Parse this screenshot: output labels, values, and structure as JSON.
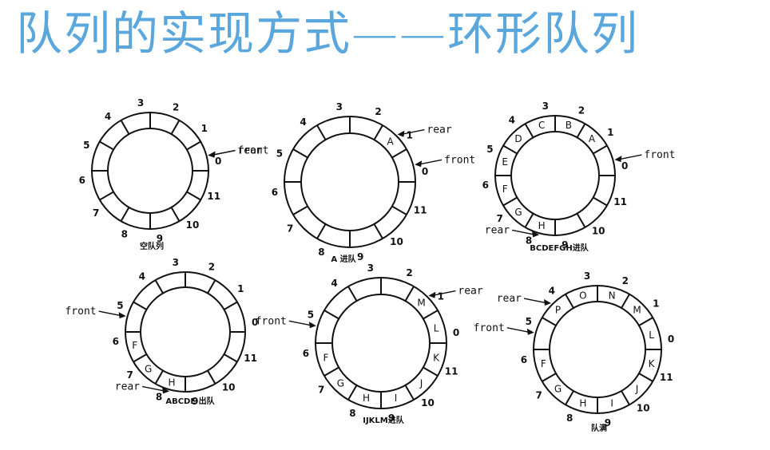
{
  "title": "队列的实现方式——环形队列",
  "slot_indices": [
    "0",
    "1",
    "2",
    "3",
    "4",
    "5",
    "6",
    "7",
    "8",
    "9",
    "10",
    "11"
  ],
  "diagrams": [
    {
      "caption": "空队列",
      "cells": [
        "",
        "",
        "",
        "",
        "",
        "",
        "",
        "",
        "",
        "",
        "",
        ""
      ],
      "pointers": [
        {
          "label": "rear",
          "slot": 0
        },
        {
          "label": "front",
          "slot": 0
        }
      ]
    },
    {
      "caption": "A 进队",
      "cells": [
        "",
        "A",
        "",
        "",
        "",
        "",
        "",
        "",
        "",
        "",
        "",
        ""
      ],
      "pointers": [
        {
          "label": "rear",
          "slot": 1
        },
        {
          "label": "front",
          "slot": 0
        }
      ]
    },
    {
      "caption": "BCDEFGH进队",
      "cells": [
        "",
        "A",
        "B",
        "C",
        "D",
        "E",
        "F",
        "G",
        "H",
        "",
        "",
        ""
      ],
      "pointers": [
        {
          "label": "front",
          "slot": 0
        },
        {
          "label": "rear",
          "slot": 8
        }
      ]
    },
    {
      "caption": "ABCDE 出队",
      "cells": [
        "",
        "",
        "",
        "",
        "",
        "",
        "F",
        "G",
        "H",
        "",
        "",
        ""
      ],
      "pointers": [
        {
          "label": "front",
          "slot": 5
        },
        {
          "label": "rear",
          "slot": 8
        }
      ]
    },
    {
      "caption": "IJKLM进队",
      "cells": [
        "",
        "M",
        "",
        "",
        "",
        "",
        "F",
        "G",
        "H",
        "I",
        "J",
        "K",
        "L"
      ],
      "pointers": [
        {
          "label": "rear",
          "slot": 1
        },
        {
          "label": "front",
          "slot": 5
        }
      ]
    },
    {
      "caption": "队满",
      "cells": [
        "L",
        "M",
        "N",
        "O",
        "P",
        "",
        "F",
        "G",
        "H",
        "I",
        "J",
        "K"
      ],
      "pointers": [
        {
          "label": "rear",
          "slot": 4
        },
        {
          "label": "front",
          "slot": 5
        }
      ]
    }
  ]
}
